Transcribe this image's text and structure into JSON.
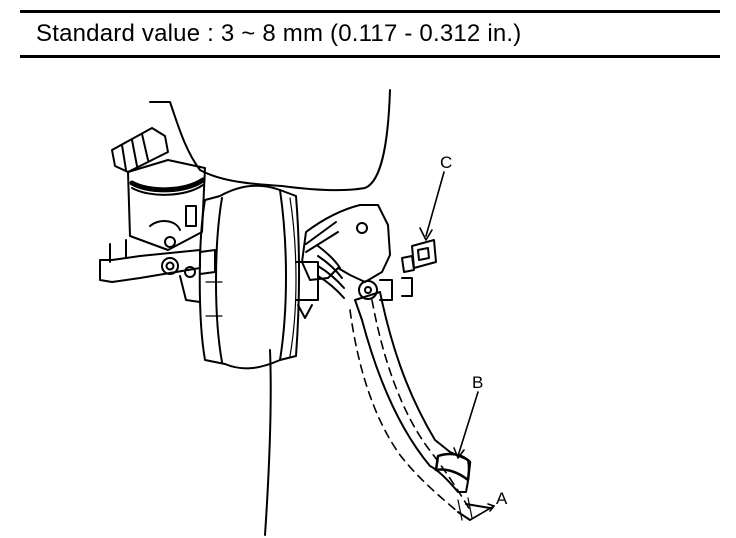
{
  "header": {
    "spec_text": "Standard value : 3 ~ 8 mm (0.117 - 0.312 in.)"
  },
  "diagram": {
    "labels": {
      "a": "A",
      "b": "B",
      "c": "C"
    }
  }
}
